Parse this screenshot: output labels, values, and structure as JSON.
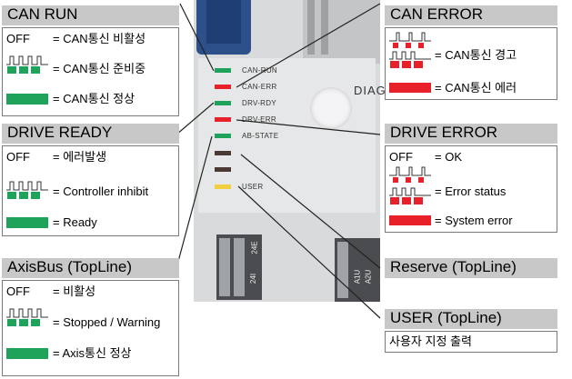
{
  "can_run": {
    "title": "CAN RUN",
    "rows": [
      {
        "prefix": "OFF",
        "text": "= CAN통신 비활성"
      },
      {
        "text": "= CAN통신 준비중"
      },
      {
        "text": "= CAN통신 정상"
      }
    ]
  },
  "drive_ready": {
    "title": "DRIVE READY",
    "rows": [
      {
        "prefix": "OFF",
        "text": "= 에러발생"
      },
      {
        "text": "= Controller inhibit"
      },
      {
        "text": "= Ready"
      }
    ]
  },
  "axisbus": {
    "title": "AxisBus (TopLine)",
    "rows": [
      {
        "prefix": "OFF",
        "text": "= 비활성"
      },
      {
        "text": "= Stopped / Warning"
      },
      {
        "text": "= Axis통신 정상"
      }
    ]
  },
  "can_error": {
    "title": "CAN ERROR",
    "rows": [
      {
        "text": "= CAN통신 경고"
      },
      {
        "text": "= CAN통신 에러"
      }
    ]
  },
  "drive_error": {
    "title": "DRIVE ERROR",
    "rows": [
      {
        "prefix": "OFF",
        "text": "= OK"
      },
      {
        "text": "= Error status"
      },
      {
        "text": "= System error"
      }
    ]
  },
  "reserve": {
    "title": "Reserve (TopLine)"
  },
  "user": {
    "title": "USER (TopLine)",
    "text": "사용자 지정 출력"
  },
  "device": {
    "led_labels": [
      "CAN-RUN",
      "CAN-ERR",
      "DRV-RDY",
      "DRV-ERR",
      "AB-STATE",
      "",
      "",
      "USER"
    ],
    "diag_text": "DIAG",
    "terminal_labels": [
      "24E",
      "24I",
      "A1U",
      "A2U"
    ]
  },
  "colors": {
    "green": "#1fa25a",
    "red": "#e8202a",
    "darkred": "#9b1c20",
    "yellow": "#f0d040",
    "header_gray": "#c8c8c8"
  }
}
